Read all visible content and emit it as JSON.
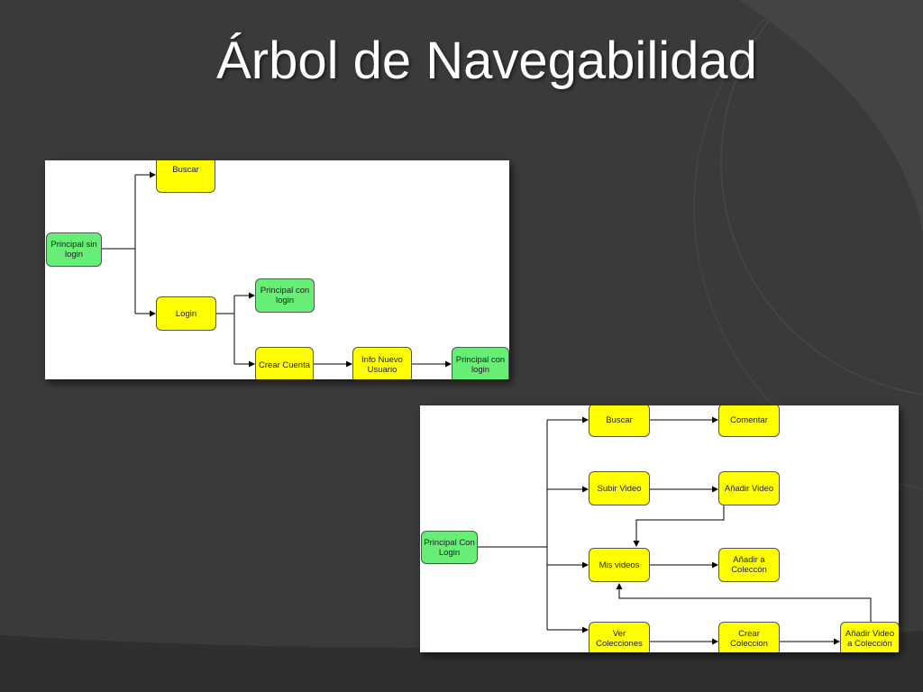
{
  "slide": {
    "title": "Árbol de Navegabilidad"
  },
  "colors": {
    "background": "#3a3a3a",
    "yellow_node": "#ffff00",
    "green_node": "#66ee77"
  },
  "diagram1": {
    "nodes": {
      "principal_sin_login": "Principal sin login",
      "buscar": "Buscar",
      "login": "Login",
      "principal_con_login_a": "Principal con login",
      "crear_cuenta": "Crear Cuenta",
      "info_nuevo_usuario": "Info Nuevo Usuario",
      "principal_con_login_b": "Principal con login"
    }
  },
  "diagram2": {
    "nodes": {
      "principal_con_login": "Principal Con Login",
      "buscar": "Buscar",
      "comentar": "Comentar",
      "subir_video": "Subir Video",
      "anadir_video": "Añadir Video",
      "mis_videos": "Mis videos",
      "anadir_coleccion": "Añadir a Coleccón",
      "ver_colecciones": "Ver Colecciones",
      "crear_coleccion": "Crear Coleccion",
      "anadir_video_coleccion": "Añadir Video a Colección"
    }
  }
}
